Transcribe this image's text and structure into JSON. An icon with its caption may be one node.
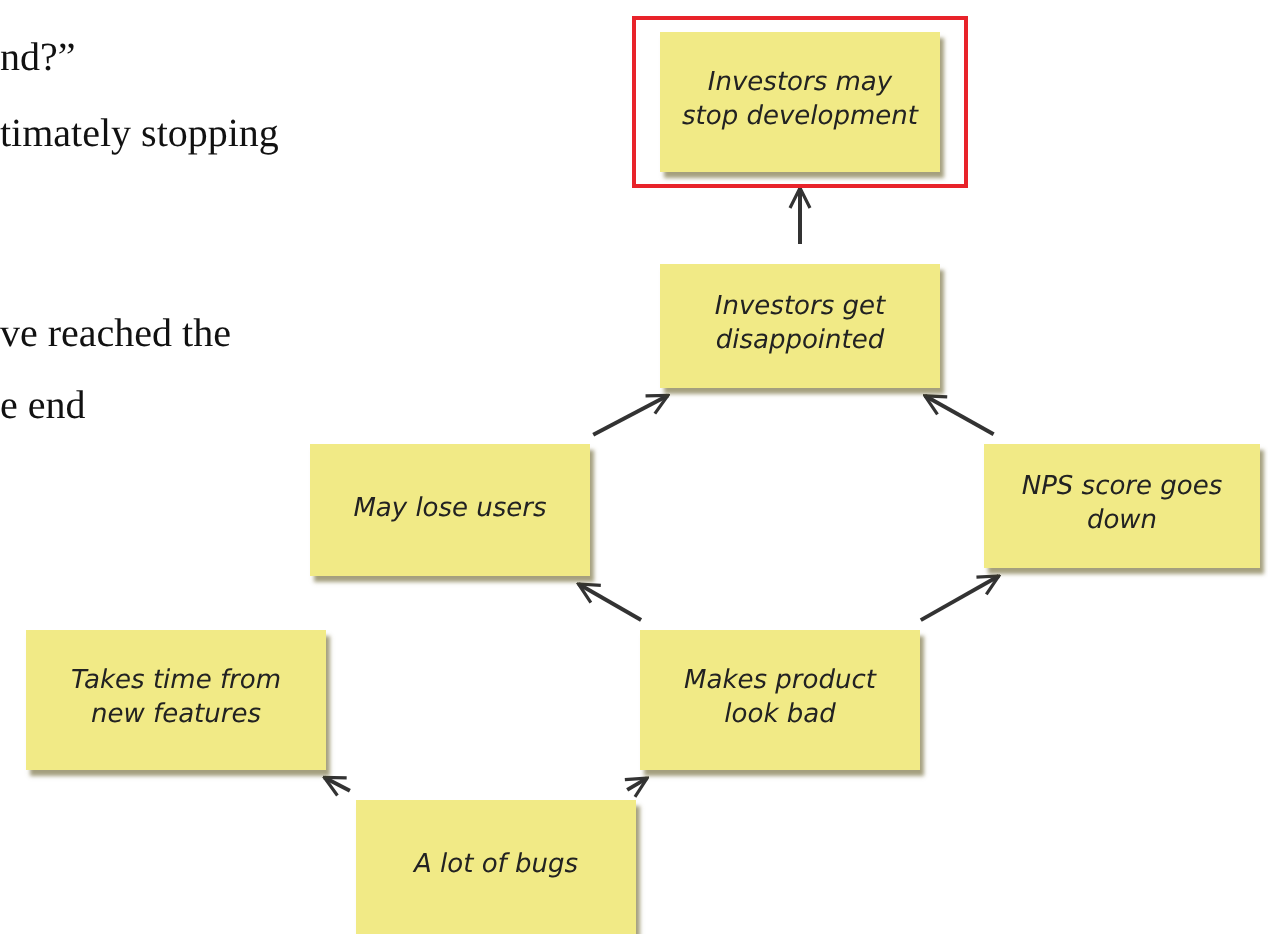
{
  "diagram": {
    "nodes": [
      {
        "text": [
          "Investors may stop development"
        ]
      },
      {
        "text": [
          "Investors get disappointed"
        ]
      },
      {
        "text": [
          "May lose users"
        ]
      },
      {
        "text": [
          "NPS score goes down"
        ]
      },
      {
        "text": [
          "Takes time from new features"
        ]
      },
      {
        "text": [
          "Makes product look bad"
        ]
      },
      {
        "text": [
          "A lot of bugs"
        ]
      }
    ],
    "edges": [
      {
        "from": 6,
        "to": 4,
        "arrow": "to"
      },
      {
        "from": 6,
        "to": 5,
        "arrow": "to"
      },
      {
        "from": 5,
        "to": 2,
        "arrow": "to"
      },
      {
        "from": 5,
        "to": 3,
        "arrow": "to"
      },
      {
        "from": 2,
        "to": 1,
        "arrow": "to"
      },
      {
        "from": 3,
        "to": 1,
        "arrow": "to"
      },
      {
        "from": 1,
        "to": 0,
        "arrow": "to"
      }
    ],
    "labels": [
      "nd?”",
      "timately stopping",
      "ve reached the",
      "e end"
    ]
  }
}
